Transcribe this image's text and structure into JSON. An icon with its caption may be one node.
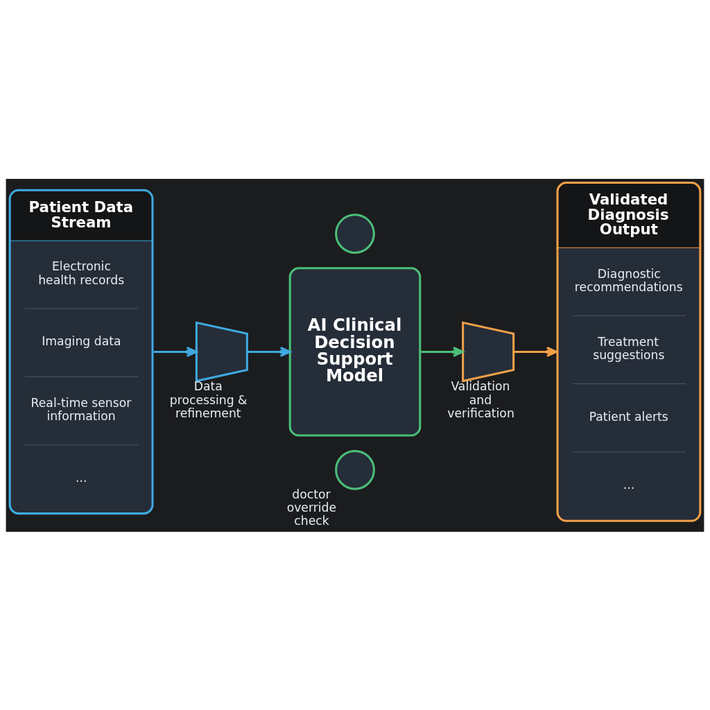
{
  "diagram": {
    "nodes": [
      {
        "text": [
          "Patient Data Stream",
          "Electronic health records",
          "Imaging data",
          "Real-time sensor information",
          "..."
        ]
      },
      {
        "text": [],
        "shape": "trapezoid",
        "beside": [
          "Data processing & refinement"
        ]
      },
      {
        "text": [
          "AI Clinical Decision Support Model"
        ]
      },
      {
        "text": [],
        "shape": "circle"
      },
      {
        "text": [],
        "shape": "circle",
        "beside": [
          "doctor override check"
        ]
      },
      {
        "text": [],
        "shape": "trapezoid",
        "beside": [
          "Validation and verification"
        ]
      },
      {
        "text": [
          "Validated Diagnosis Output",
          "Diagnostic recommendations",
          "Treatment suggestions",
          "Patient alerts",
          "..."
        ]
      }
    ],
    "edges": [
      {
        "from": 0,
        "to": 1,
        "arrow": "to"
      },
      {
        "from": 1,
        "to": 2,
        "arrow": "to"
      },
      {
        "from": 2,
        "to": 5,
        "arrow": "to",
        "color": "#4bbf78"
      },
      {
        "from": 5,
        "to": 6,
        "arrow": "to",
        "color": "#f0a048"
      }
    ]
  }
}
